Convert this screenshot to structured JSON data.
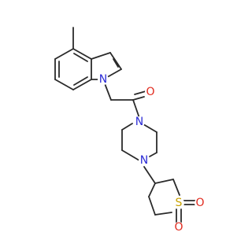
{
  "diagram": {
    "type": "chemical-structure",
    "colors": {
      "bond": "#2a2a2a",
      "nitrogen": "#2b2bd6",
      "oxygen": "#e12a1e",
      "sulfur": "#c8a200",
      "background": "#ffffff"
    },
    "atoms": {
      "n_indole": "N",
      "o_carbonyl": "O",
      "n_amide": "N",
      "n_amine": "N",
      "s_sulfone": "S",
      "o_sulfone_1": "O",
      "o_sulfone_2": "O"
    }
  }
}
